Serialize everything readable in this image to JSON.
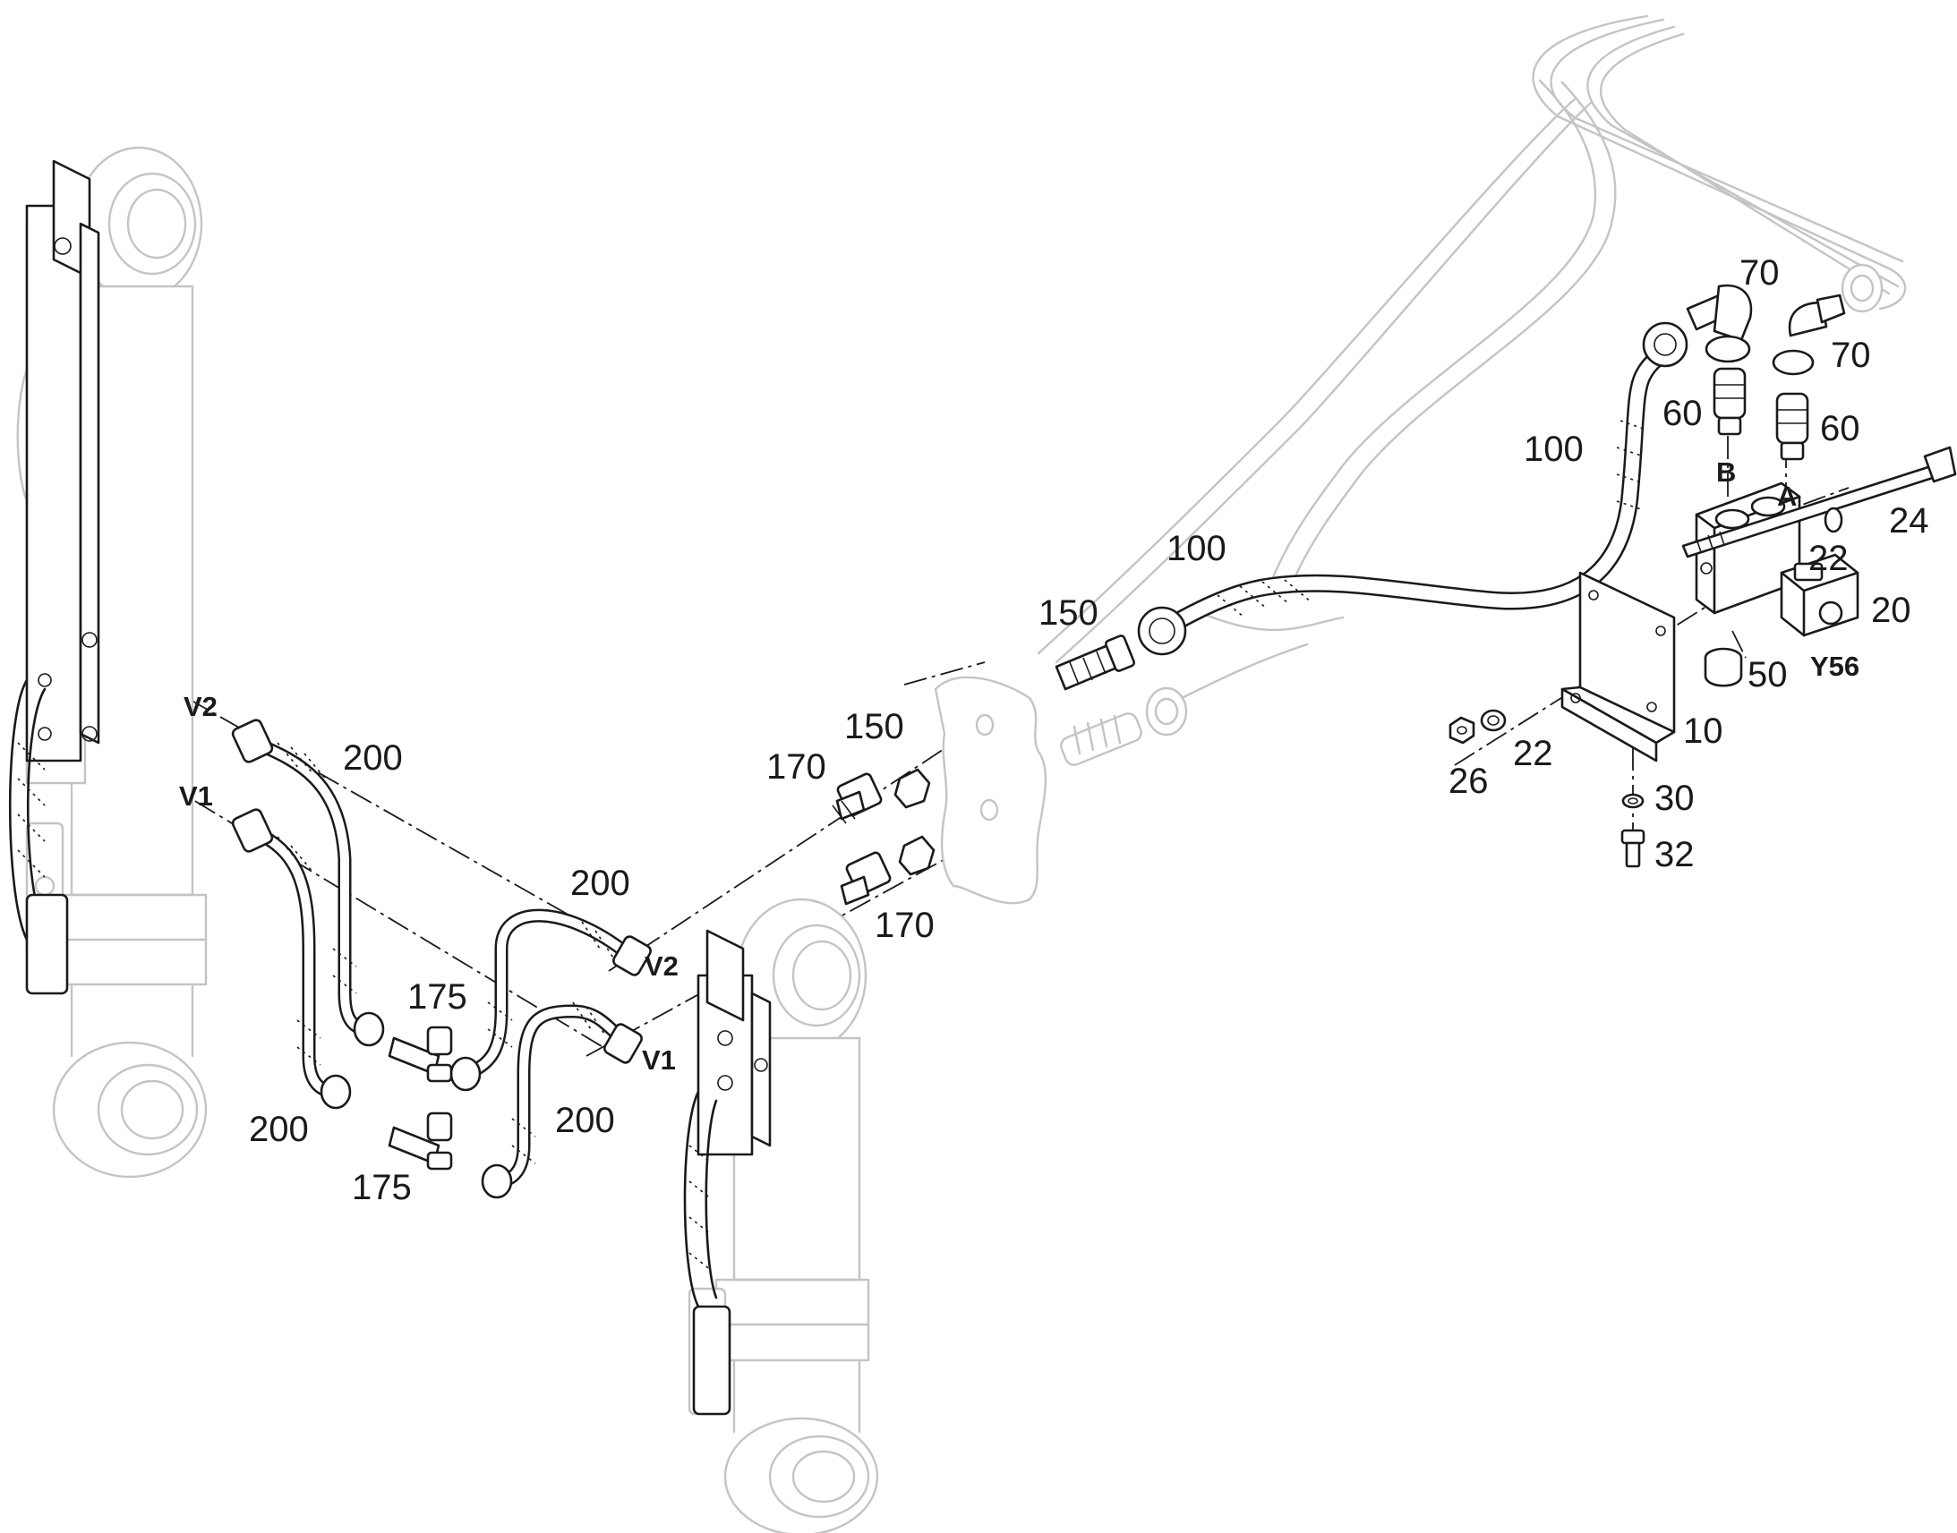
{
  "diagram": {
    "callouts": [
      {
        "id": "c70a",
        "text": "70"
      },
      {
        "id": "c70b",
        "text": "70"
      },
      {
        "id": "c60a",
        "text": "60"
      },
      {
        "id": "c60b",
        "text": "60"
      },
      {
        "id": "c100a",
        "text": "100"
      },
      {
        "id": "c100b",
        "text": "100"
      },
      {
        "id": "c24",
        "text": "24"
      },
      {
        "id": "c22a",
        "text": "22"
      },
      {
        "id": "c20",
        "text": "20"
      },
      {
        "id": "c50",
        "text": "50"
      },
      {
        "id": "c150a",
        "text": "150"
      },
      {
        "id": "c150b",
        "text": "150"
      },
      {
        "id": "c170a",
        "text": "170"
      },
      {
        "id": "c170b",
        "text": "170"
      },
      {
        "id": "c10",
        "text": "10"
      },
      {
        "id": "c22b",
        "text": "22"
      },
      {
        "id": "c26",
        "text": "26"
      },
      {
        "id": "c30",
        "text": "30"
      },
      {
        "id": "c32",
        "text": "32"
      },
      {
        "id": "c200a",
        "text": "200"
      },
      {
        "id": "c200b",
        "text": "200"
      },
      {
        "id": "c200c",
        "text": "200"
      },
      {
        "id": "c200d",
        "text": "200"
      },
      {
        "id": "c175a",
        "text": "175"
      },
      {
        "id": "c175b",
        "text": "175"
      }
    ],
    "ports": [
      {
        "id": "pB",
        "text": "B"
      },
      {
        "id": "pA",
        "text": "A"
      },
      {
        "id": "pY56",
        "text": "Y56"
      },
      {
        "id": "pV2a",
        "text": "V2"
      },
      {
        "id": "pV1a",
        "text": "V1"
      },
      {
        "id": "pV2b",
        "text": "V2"
      },
      {
        "id": "pV1b",
        "text": "V1"
      }
    ]
  }
}
